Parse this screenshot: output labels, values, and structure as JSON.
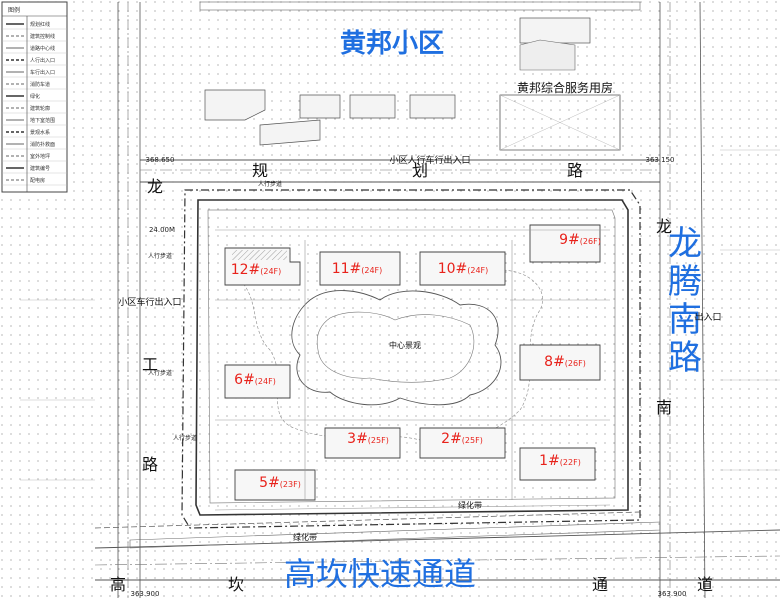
{
  "titles": {
    "north_community": "黄邦小区",
    "service_house": "黄邦综合服务用房",
    "east_road": "龙腾南路",
    "south_road": "高坎快速通道"
  },
  "north_road_chars": [
    "规",
    "划",
    "路"
  ],
  "west_road_chars": [
    "龙",
    "工",
    "路"
  ],
  "south_road_chars_small": [
    "高",
    "坎",
    "通",
    "道"
  ],
  "east_road_chars_small": [
    "龙",
    "南"
  ],
  "entrances": {
    "north": "小区人行车行出入口",
    "west": "小区车行出入口",
    "east": "出入口"
  },
  "center_label": "中心景观",
  "green_belts": [
    "绿化带",
    "绿化带"
  ],
  "pedestrian_labels": [
    "人行步道",
    "人行步道",
    "人行步道",
    "人行步道"
  ],
  "elevations": {
    "ne": "363.150",
    "nw": "368.650",
    "sw": "363.900",
    "se": "363.900"
  },
  "dim_label": "24.00M",
  "buildings": [
    {
      "id": "12#",
      "floors": "(24F)",
      "color": "#e8221b"
    },
    {
      "id": "11#",
      "floors": "(24F)",
      "color": "#e8221b"
    },
    {
      "id": "10#",
      "floors": "(24F)",
      "color": "#e8221b"
    },
    {
      "id": "9#",
      "floors": "(26F)",
      "color": "#e8221b"
    },
    {
      "id": "8#",
      "floors": "(26F)",
      "color": "#e8221b"
    },
    {
      "id": "6#",
      "floors": "(24F)",
      "color": "#e8221b"
    },
    {
      "id": "3#",
      "floors": "(25F)",
      "color": "#e8221b"
    },
    {
      "id": "2#",
      "floors": "(25F)",
      "color": "#e8221b"
    },
    {
      "id": "1#",
      "floors": "(22F)",
      "color": "#e8221b"
    },
    {
      "id": "5#",
      "floors": "(23F)",
      "color": "#e8221b"
    }
  ],
  "legend": {
    "header": "图例",
    "items": [
      "规划红线",
      "建筑控制线",
      "道路中心线",
      "人行出入口",
      "车行出入口",
      "消防车道",
      "绿化",
      "建筑轮廓",
      "地下室范围",
      "景观水系",
      "消防扑救面",
      "室外地坪",
      "建筑编号",
      "配电房"
    ]
  },
  "colors": {
    "blue_label": "#1f6fe0",
    "red_label": "#e8221b",
    "line": "#3a3a3a"
  }
}
